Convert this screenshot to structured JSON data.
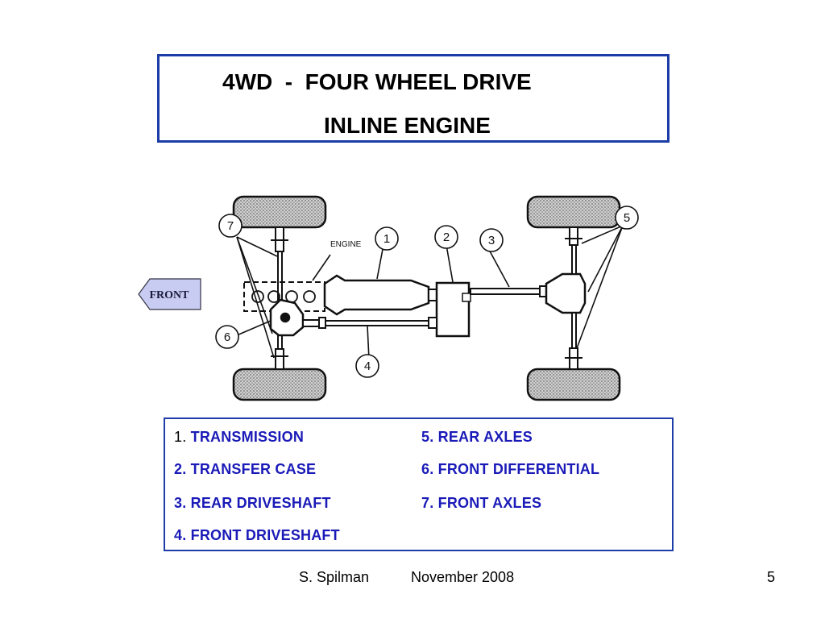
{
  "title": {
    "line1": "4WD  -  FOUR WHEEL DRIVE",
    "line2": "INLINE ENGINE"
  },
  "diagram": {
    "front_label": "FRONT",
    "engine_label": "ENGINE",
    "callouts": [
      "1",
      "2",
      "3",
      "4",
      "5",
      "6",
      "7"
    ]
  },
  "legend": {
    "items": [
      {
        "number": "1.",
        "label": "TRANSMISSION"
      },
      {
        "number": "2.",
        "label": "TRANSFER CASE"
      },
      {
        "number": "3.",
        "label": "REAR DRIVESHAFT"
      },
      {
        "number": "4.",
        "label": "FRONT DRIVESHAFT"
      },
      {
        "number": "5.",
        "label": "REAR AXLES"
      },
      {
        "number": "6.",
        "label": "FRONT DIFFERENTIAL"
      },
      {
        "number": "7.",
        "label": "FRONT AXLES"
      }
    ]
  },
  "footer": {
    "author": "S. Spilman",
    "date": "November 2008",
    "page_number": "5"
  },
  "colors": {
    "border_blue": "#1c3ca8",
    "legend_text_blue": "#1a1ab8",
    "front_arrow_fill": "#c9ccf2"
  }
}
